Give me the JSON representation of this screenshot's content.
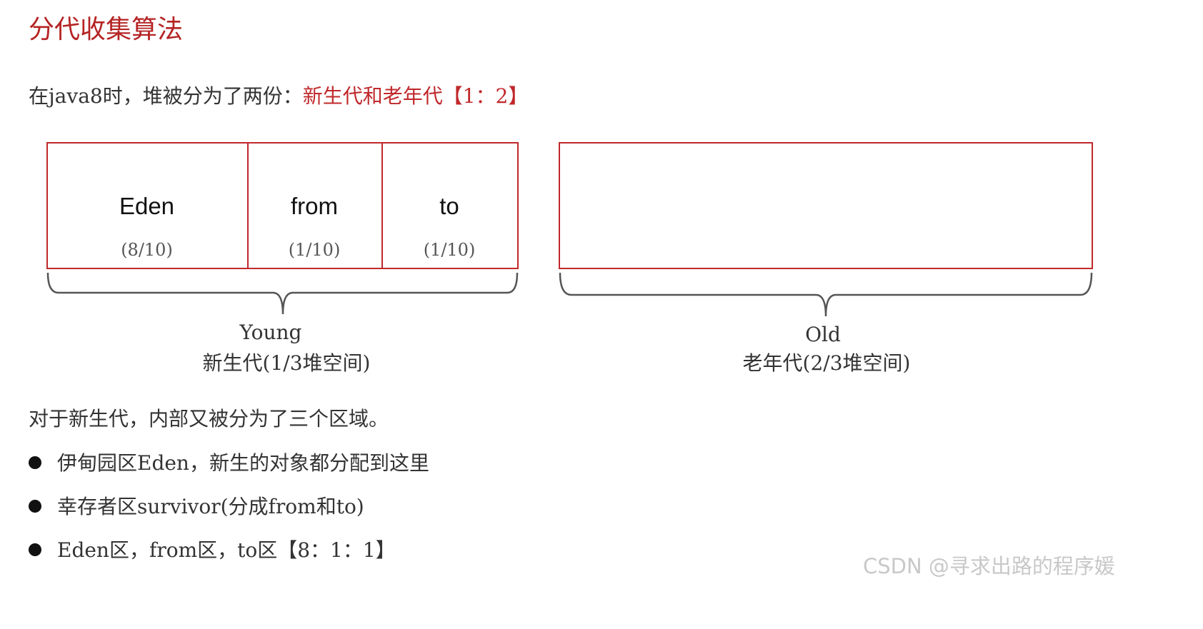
{
  "title": "分代收集算法",
  "intro": {
    "prefix": "在java8时，堆被分为了两份：",
    "highlight": "新生代和老年代【1：2】"
  },
  "young_gen": {
    "cells": [
      {
        "name": "Eden",
        "ratio": "(8/10)"
      },
      {
        "name": "from",
        "ratio": "(1/10)"
      },
      {
        "name": "to",
        "ratio": "(1/10)"
      }
    ],
    "label_en": "Young",
    "label_cn": "新生代(1/3堆空间)"
  },
  "old_gen": {
    "label_en": "Old",
    "label_cn": "老年代(2/3堆空间)"
  },
  "paragraph": "对于新生代，内部又被分为了三个区域。",
  "bullets": [
    "伊甸园区Eden，新生的对象都分配到这里",
    "幸存者区survivor(分成from和to)",
    "Eden区，from区，to区【8：1：1】"
  ],
  "watermark": "CSDN @寻求出路的程序媛",
  "colors": {
    "accent_red": "#c0282b",
    "title_red": "#b52424",
    "brace_gray": "#555555"
  }
}
